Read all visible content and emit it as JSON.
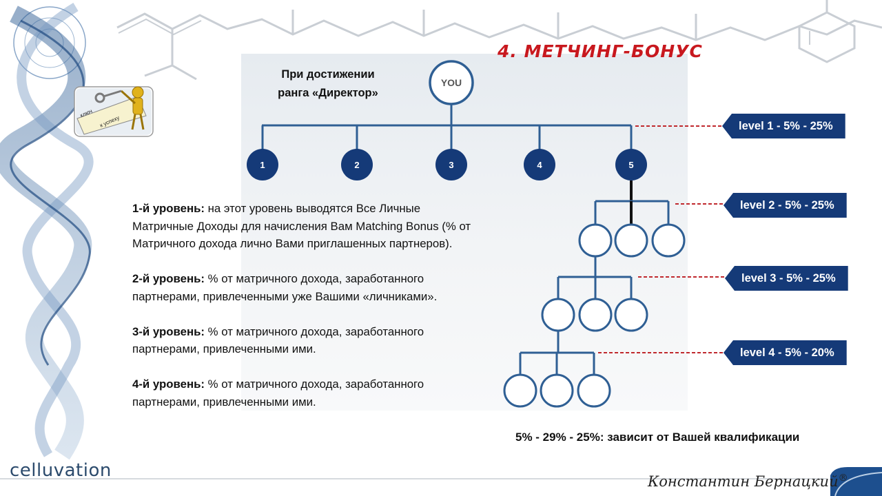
{
  "slide": {
    "title": "4. МЕТЧИНГ-БОНУС",
    "subtitle_line1": "При достижении",
    "subtitle_line2": "ранга «Директор»",
    "root_label": "YOU",
    "level1_nodes": [
      "1",
      "2",
      "3",
      "4",
      "5"
    ],
    "badges": [
      "level 1 - 5% - 25%",
      "level 2 - 5% - 25%",
      "level 3 - 5% - 25%",
      "level 4 - 5% - 20%"
    ],
    "descriptions": [
      {
        "head": "1-й уровень:",
        "text": " на этот уровень выводятся Все Личные Матричные Доходы для начисления Вам Matching Bonus (% от Матричного дохода лично Вами приглашенных партнеров)."
      },
      {
        "head": "2-й уровень:",
        "text": " % от матричного дохода, заработанного партнерами, привлеченными уже Вашими «личниками»."
      },
      {
        "head": "3-й уровень:",
        "text": " % от матричного дохода, заработанного партнерами, привлеченными ими."
      },
      {
        "head": "4-й уровень:",
        "text": " % от матричного дохода, заработанного партнерами, привлеченными ими."
      }
    ],
    "footnote": "5% - 29% - 25%: зависит от Вашей квалификации",
    "logo_text": "celluvation",
    "signature": "Константин Бернацкий",
    "registered_mark": "®",
    "key_text_1": "ключ",
    "key_text_2": "к успеху"
  },
  "colors": {
    "title_red": "#c8181e",
    "navy": "#153a78",
    "line_blue": "#2f5f94",
    "dashed_red": "#c0282d"
  }
}
